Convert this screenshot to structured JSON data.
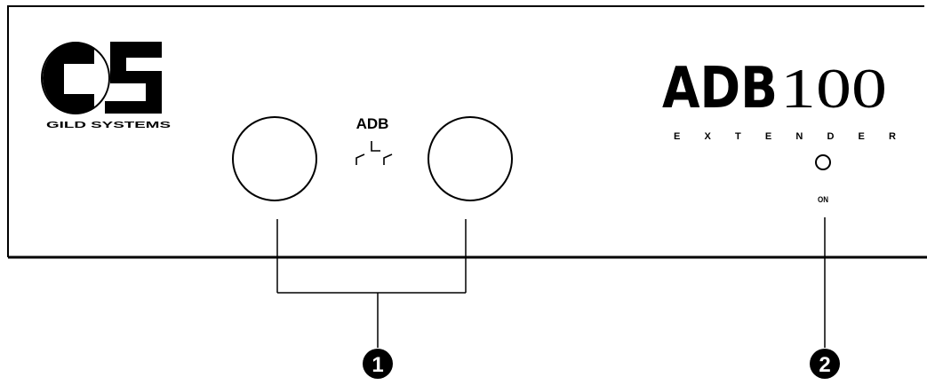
{
  "panel": {
    "logo_text": "GILD SYSTEMS",
    "port_label": "ADB",
    "brand_strong": "ADB",
    "brand_model": "100",
    "brand_sub": "EXTENDER",
    "led_label": "ON"
  },
  "callouts": [
    {
      "number": "1"
    },
    {
      "number": "2"
    }
  ]
}
